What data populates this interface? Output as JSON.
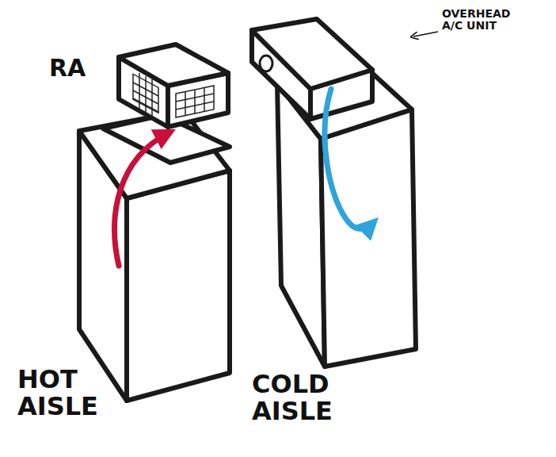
{
  "diagram": {
    "labels": [
      "RA",
      "OVERHEAD A/C UNIT",
      "HOT AISLE",
      "COLD AISLE"
    ]
  }
}
